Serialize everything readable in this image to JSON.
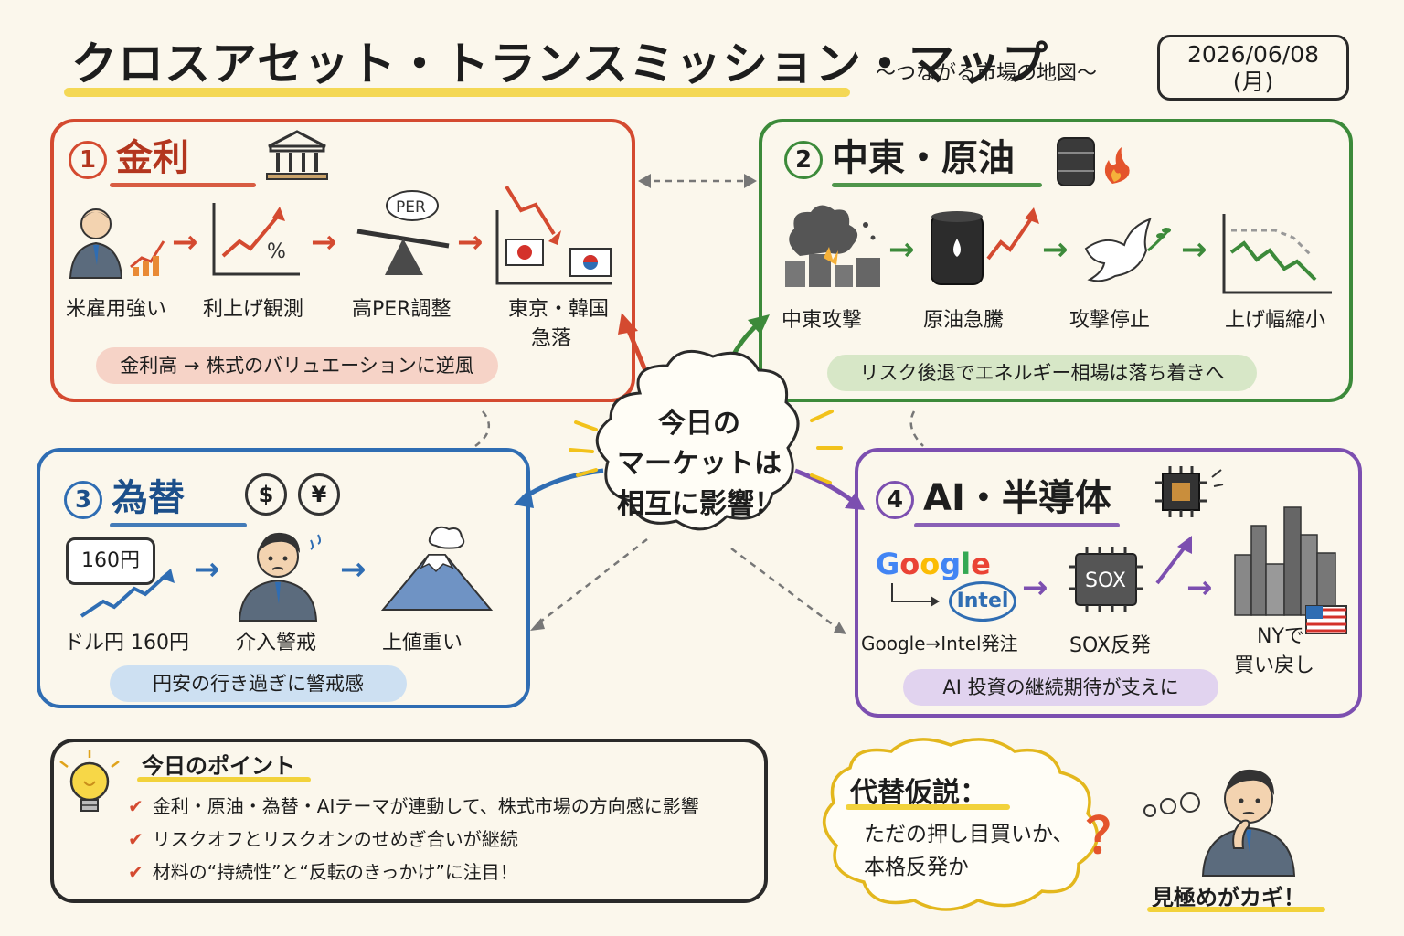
{
  "header": {
    "title": "クロスアセット・トランスミッション・マップ",
    "subtitle": "～つながる市場の地図～",
    "date_line1": "2026/06/08",
    "date_line2": "(月)"
  },
  "colors": {
    "rates": "#d44a30",
    "oil": "#3c8a3a",
    "fx": "#2f6db3",
    "ai": "#7c4fb0",
    "highlight": "#f2d23b"
  },
  "rates": {
    "number": "1",
    "title": "金利",
    "icon": "bank-icon",
    "steps": [
      "米雇用強い",
      "利上げ観測",
      "高PER調整",
      "東京・韓国",
      "急落"
    ],
    "percent_sign": "%",
    "per_label": "PER",
    "summary": "金利高 → 株式のバリュエーションに逆風"
  },
  "oil": {
    "number": "2",
    "title": "中東・原油",
    "icon": "oil-barrel-fire-icon",
    "steps": [
      "中東攻撃",
      "原油急騰",
      "攻撃停止",
      "上げ幅縮小"
    ],
    "summary": "リスク後退でエネルギー相場は落ち着きへ"
  },
  "fx": {
    "number": "3",
    "title": "為替",
    "currency_icons": [
      "$",
      "¥"
    ],
    "bubble": "160円",
    "steps": [
      "ドル円 160円",
      "介入警戒",
      "上値重い"
    ],
    "summary": "円安の行き過ぎに警戒感"
  },
  "ai": {
    "number": "4",
    "title": "AI・半導体",
    "logo_google": "Google",
    "logo_intel": "Intel",
    "chip_label": "SOX",
    "steps": [
      "Google→Intel発注",
      "SOX反発",
      "NYで",
      "買い戻し"
    ],
    "summary": "AI 投資の継続期待が支えに"
  },
  "center": {
    "line1": "今日の",
    "line2": "マーケットは",
    "line3": "相互に影響！"
  },
  "points": {
    "title": "今日のポイント",
    "items": [
      "金利・原油・為替・AIテーマが連動して、株式市場の方向感に影響",
      "リスクオフとリスクオンのせめぎ合いが継続",
      "材料の“持続性”と“反転のきっかけ”に注目！"
    ]
  },
  "alternative": {
    "title": "代替仮説：",
    "line1": "ただの押し目買いか、",
    "line2": "本格反発か",
    "question": "？",
    "key": "見極めがカギ！"
  }
}
